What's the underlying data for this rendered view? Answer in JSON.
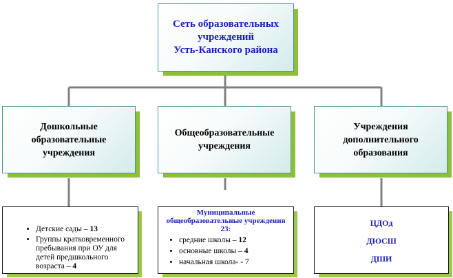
{
  "root": {
    "line1": "Сеть образовательных",
    "line2": "учреждений",
    "line3": "Усть-Канского района"
  },
  "categories": [
    {
      "line1": "Дошкольные",
      "line2": "образовательные",
      "line3": "учреждения"
    },
    {
      "line1": "Общеобразовательные",
      "line2": "учреждения"
    },
    {
      "line1": "Учреждения",
      "line2": "дополнительного",
      "line3": "образования"
    }
  ],
  "leaves": {
    "preschool": {
      "items": [
        {
          "label": "Детские сады – ",
          "value": "13"
        },
        {
          "label": "Группы кратковременного пребывания при ОУ для детей предшкольного возраста – ",
          "value": "4"
        }
      ]
    },
    "general": {
      "title1": "Муниципальные",
      "title2": "общеобразовательные учреждения",
      "title3": "23:",
      "items": [
        {
          "label": "средние школы – ",
          "value": "12"
        },
        {
          "label": "основные школы – ",
          "value": "4"
        },
        {
          "label": "начальная школа- - ",
          "value": "7"
        }
      ]
    },
    "additional": {
      "items": [
        "ЦДОд",
        "ДЮСШ",
        "ДШИ"
      ]
    }
  },
  "colors": {
    "box_border": "#4f8f94",
    "shadow_green": "#8ebf3c",
    "connector": "#808080",
    "title_blue": "#1c1cb8"
  }
}
